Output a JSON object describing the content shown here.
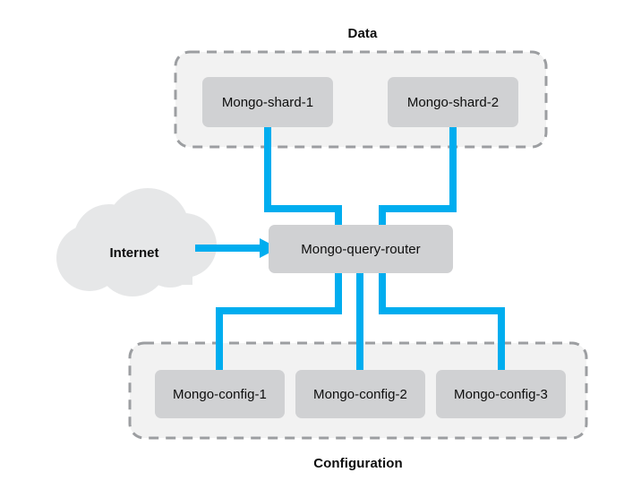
{
  "diagram": {
    "title_visible": false,
    "colors": {
      "connector_blue": "#00ADEF",
      "node_fill": "#D0D1D3",
      "group_fill": "#F2F2F2",
      "group_border": "#9C9EA1",
      "cloud_fill": "#E6E7E8",
      "text": "#0D0D0D",
      "background": "#FFFFFF"
    },
    "groups": [
      {
        "id": "data",
        "label": "Data",
        "label_position": "top",
        "nodes": [
          {
            "id": "shard-1",
            "label": "Mongo-shard-1"
          },
          {
            "id": "shard-2",
            "label": "Mongo-shard-2"
          }
        ]
      },
      {
        "id": "configuration",
        "label": "Configuration",
        "label_position": "bottom",
        "nodes": [
          {
            "id": "config-1",
            "label": "Mongo-config-1"
          },
          {
            "id": "config-2",
            "label": "Mongo-config-2"
          },
          {
            "id": "config-3",
            "label": "Mongo-config-3"
          }
        ]
      }
    ],
    "cloud": {
      "id": "internet",
      "label": "Internet"
    },
    "router": {
      "id": "query-router",
      "label": "Mongo-query-router"
    },
    "connections": [
      {
        "from": "shard-1",
        "to": "query-router",
        "style": "elbow",
        "arrow": false
      },
      {
        "from": "shard-2",
        "to": "query-router",
        "style": "elbow",
        "arrow": false
      },
      {
        "from": "internet",
        "to": "query-router",
        "style": "straight",
        "arrow": true
      },
      {
        "from": "query-router",
        "to": "config-1",
        "style": "elbow",
        "arrow": false
      },
      {
        "from": "query-router",
        "to": "config-2",
        "style": "straight",
        "arrow": false
      },
      {
        "from": "query-router",
        "to": "config-3",
        "style": "elbow",
        "arrow": false
      }
    ]
  }
}
